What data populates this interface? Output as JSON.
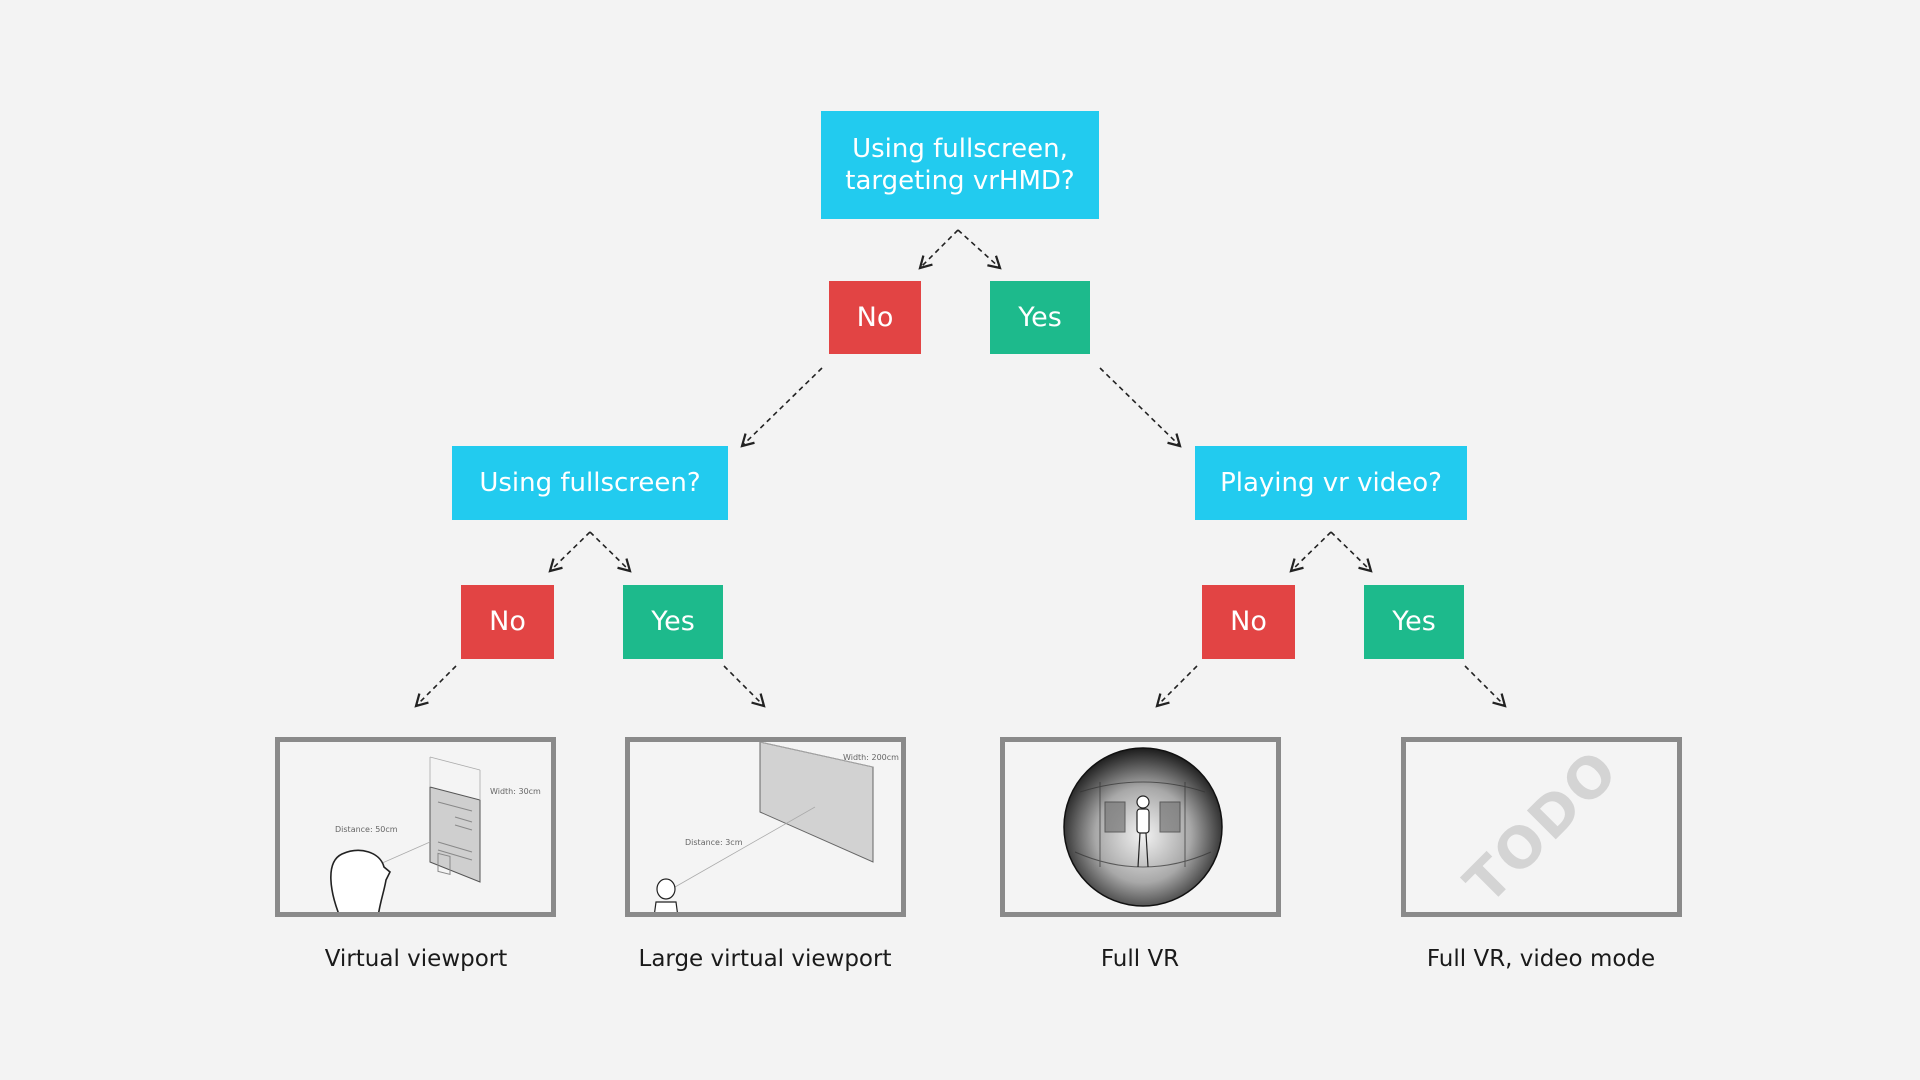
{
  "root": {
    "line1": "Using fullscreen,",
    "line2": "targeting vrHMD?"
  },
  "level1": {
    "no": "No",
    "yes": "Yes"
  },
  "left_question": "Using fullscreen?",
  "right_question": "Playing vr video?",
  "left_answers": {
    "no": "No",
    "yes": "Yes"
  },
  "right_answers": {
    "no": "No",
    "yes": "Yes"
  },
  "panels": {
    "virtual_viewport": {
      "caption": "Virtual viewport",
      "distance_label": "Distance: 50cm",
      "width_label": "Width: 30cm"
    },
    "large_virtual_viewport": {
      "caption": "Large virtual viewport",
      "distance_label": "Distance: 3cm",
      "width_label": "Width: 200cm"
    },
    "full_vr": {
      "caption": "Full VR"
    },
    "full_vr_video": {
      "caption": "Full VR, video mode",
      "watermark": "TODO"
    }
  },
  "colors": {
    "question": "#22cbef",
    "no": "#e24444",
    "yes": "#1dba8c",
    "background": "#f3f3f3",
    "panel_border": "#8a8a8a"
  }
}
